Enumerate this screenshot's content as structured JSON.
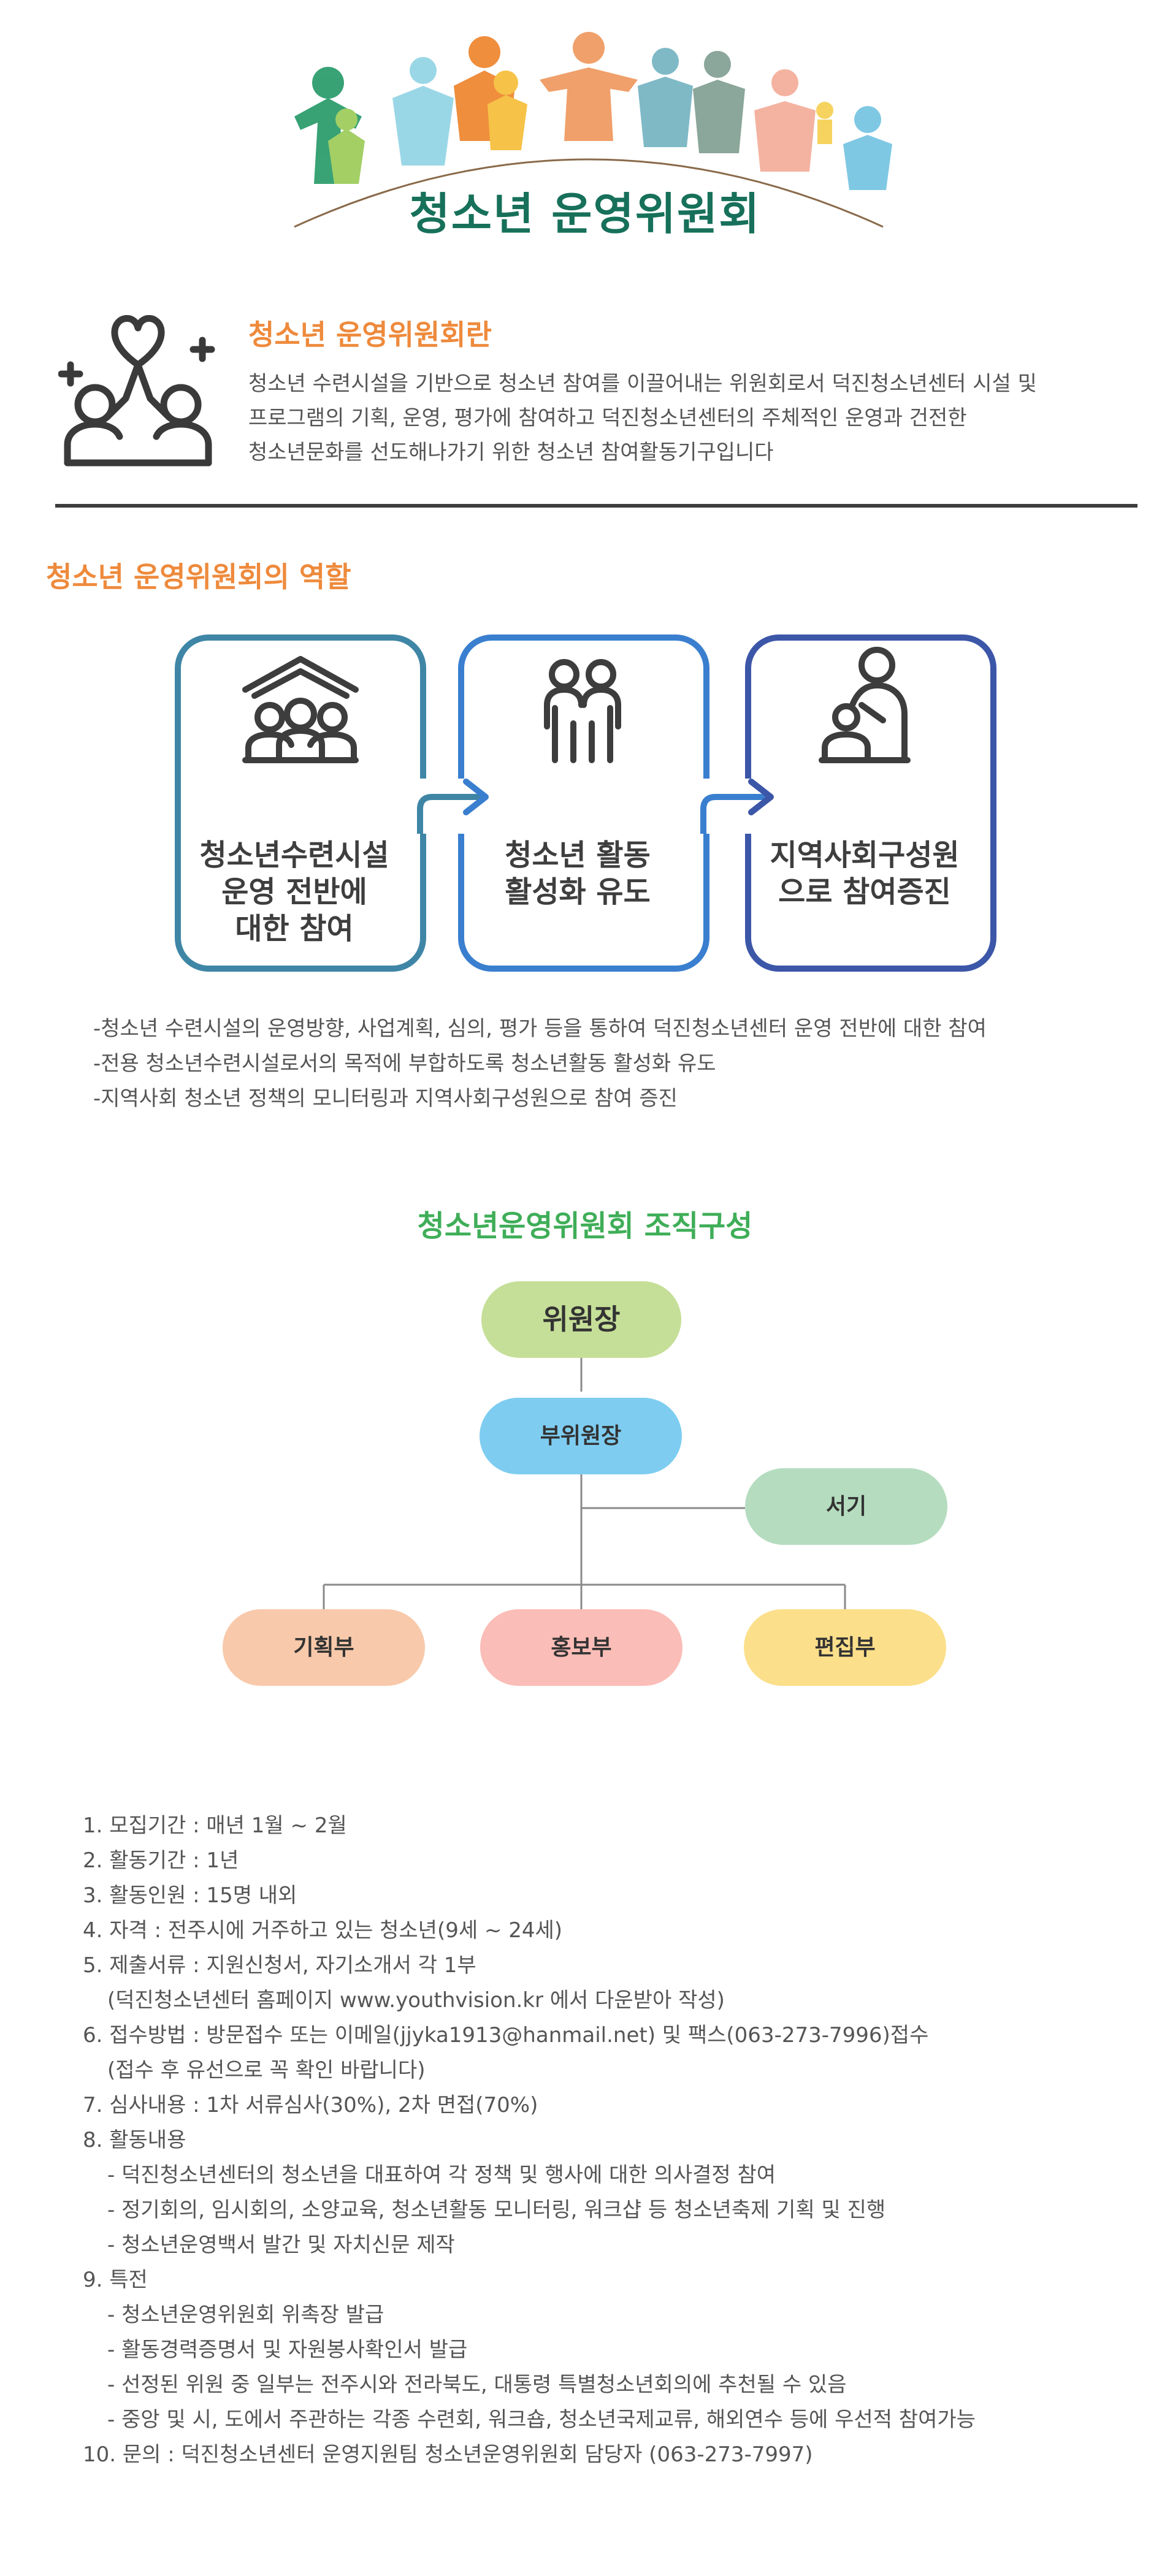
{
  "header": {
    "title": "청소년 운영위원회"
  },
  "intro": {
    "heading": "청소년 운영위원회란",
    "lines": [
      "청소년 수련시설을 기반으로 청소년 참여를 이끌어내는 위원회로서 덕진청소년센터 시설 및",
      "프로그램의 기획, 운영, 평가에 참여하고 덕진청소년센터의 주체적인 운영과 건전한",
      "청소년문화를 선도해나가기 위한 청소년 참여활동기구입니다"
    ]
  },
  "roles": {
    "heading": "청소년 운영위원회의 역할",
    "cards": [
      {
        "label_lines": [
          "청소년수련시설",
          "운영 전반에",
          "대한 참여"
        ],
        "icon": "community-house-icon",
        "color": "#3f86a6"
      },
      {
        "label_lines": [
          "청소년 활동",
          "활성화 유도"
        ],
        "icon": "two-people-icon",
        "color": "#3a7fcf"
      },
      {
        "label_lines": [
          "지역사회구성원",
          "으로 참여증진"
        ],
        "icon": "adult-child-icon",
        "color": "#3c56a8"
      }
    ],
    "descriptions": [
      "-청소년 수련시설의 운영방향, 사업계획, 심의, 평가 등을 통하여 덕진청소년센터 운영 전반에 대한 참여",
      "-전용 청소년수련시설로서의 목적에 부합하도록 청소년활동 활성화 유도",
      "-지역사회 청소년 정책의 모니터링과 지역사회구성원으로 참여 증진"
    ]
  },
  "org": {
    "heading": "청소년운영위원회 조직구성",
    "nodes": {
      "chair": {
        "label": "위원장",
        "color": "#c5df98"
      },
      "vice": {
        "label": "부위원장",
        "color": "#7ecdf1"
      },
      "secretary": {
        "label": "서기",
        "color": "#b5dcbf"
      },
      "planning": {
        "label": "기획부",
        "color": "#f8c9aa"
      },
      "pr": {
        "label": "홍보부",
        "color": "#fbbdb7"
      },
      "editing": {
        "label": "편집부",
        "color": "#fcdf8a"
      }
    }
  },
  "info": {
    "lines": [
      {
        "text": "1. 모집기간 : 매년 1월 ~ 2월",
        "indent": false
      },
      {
        "text": "2. 활동기간 : 1년",
        "indent": false
      },
      {
        "text": "3. 활동인원 : 15명 내외",
        "indent": false
      },
      {
        "text": "4. 자격 : 전주시에 거주하고 있는 청소년(9세 ~ 24세)",
        "indent": false
      },
      {
        "text": "5. 제출서류 : 지원신청서, 자기소개서 각 1부",
        "indent": false
      },
      {
        "text": "(덕진청소년센터 홈페이지 www.youthvision.kr 에서 다운받아 작성)",
        "indent": true
      },
      {
        "text": "6. 접수방법 : 방문접수 또는 이메일(jjyka1913@hanmail.net) 및 팩스(063-273-7996)접수",
        "indent": false
      },
      {
        "text": "(접수 후 유선으로 꼭 확인 바랍니다)",
        "indent": true
      },
      {
        "text": "7. 심사내용 : 1차 서류심사(30%), 2차 면접(70%)",
        "indent": false
      },
      {
        "text": "8. 활동내용",
        "indent": false
      },
      {
        "text": "- 덕진청소년센터의 청소년을 대표하여 각 정책 및 행사에 대한 의사결정 참여",
        "indent": true
      },
      {
        "text": "- 정기회의, 임시회의, 소양교육, 청소년활동 모니터링, 워크샵 등 청소년축제 기획 및 진행",
        "indent": true
      },
      {
        "text": "- 청소년운영백서 발간 및 자치신문 제작",
        "indent": true
      },
      {
        "text": "9. 특전",
        "indent": false
      },
      {
        "text": "- 청소년운영위원회 위촉장 발급",
        "indent": true
      },
      {
        "text": "- 활동경력증명서 및 자원봉사확인서 발급",
        "indent": true
      },
      {
        "text": "- 선정된 위원 중 일부는 전주시와 전라북도, 대통령 특별청소년회의에 추천될 수 있음",
        "indent": true
      },
      {
        "text": "- 중앙 및 시, 도에서 주관하는 각종 수련회, 워크숍, 청소년국제교류, 해외연수 등에 우선적 참여가능",
        "indent": true
      },
      {
        "text": "10. 문의 : 덕진청소년센터 운영지원팀 청소년운영위원회 담당자 (063-273-7997)",
        "indent": false
      }
    ]
  }
}
